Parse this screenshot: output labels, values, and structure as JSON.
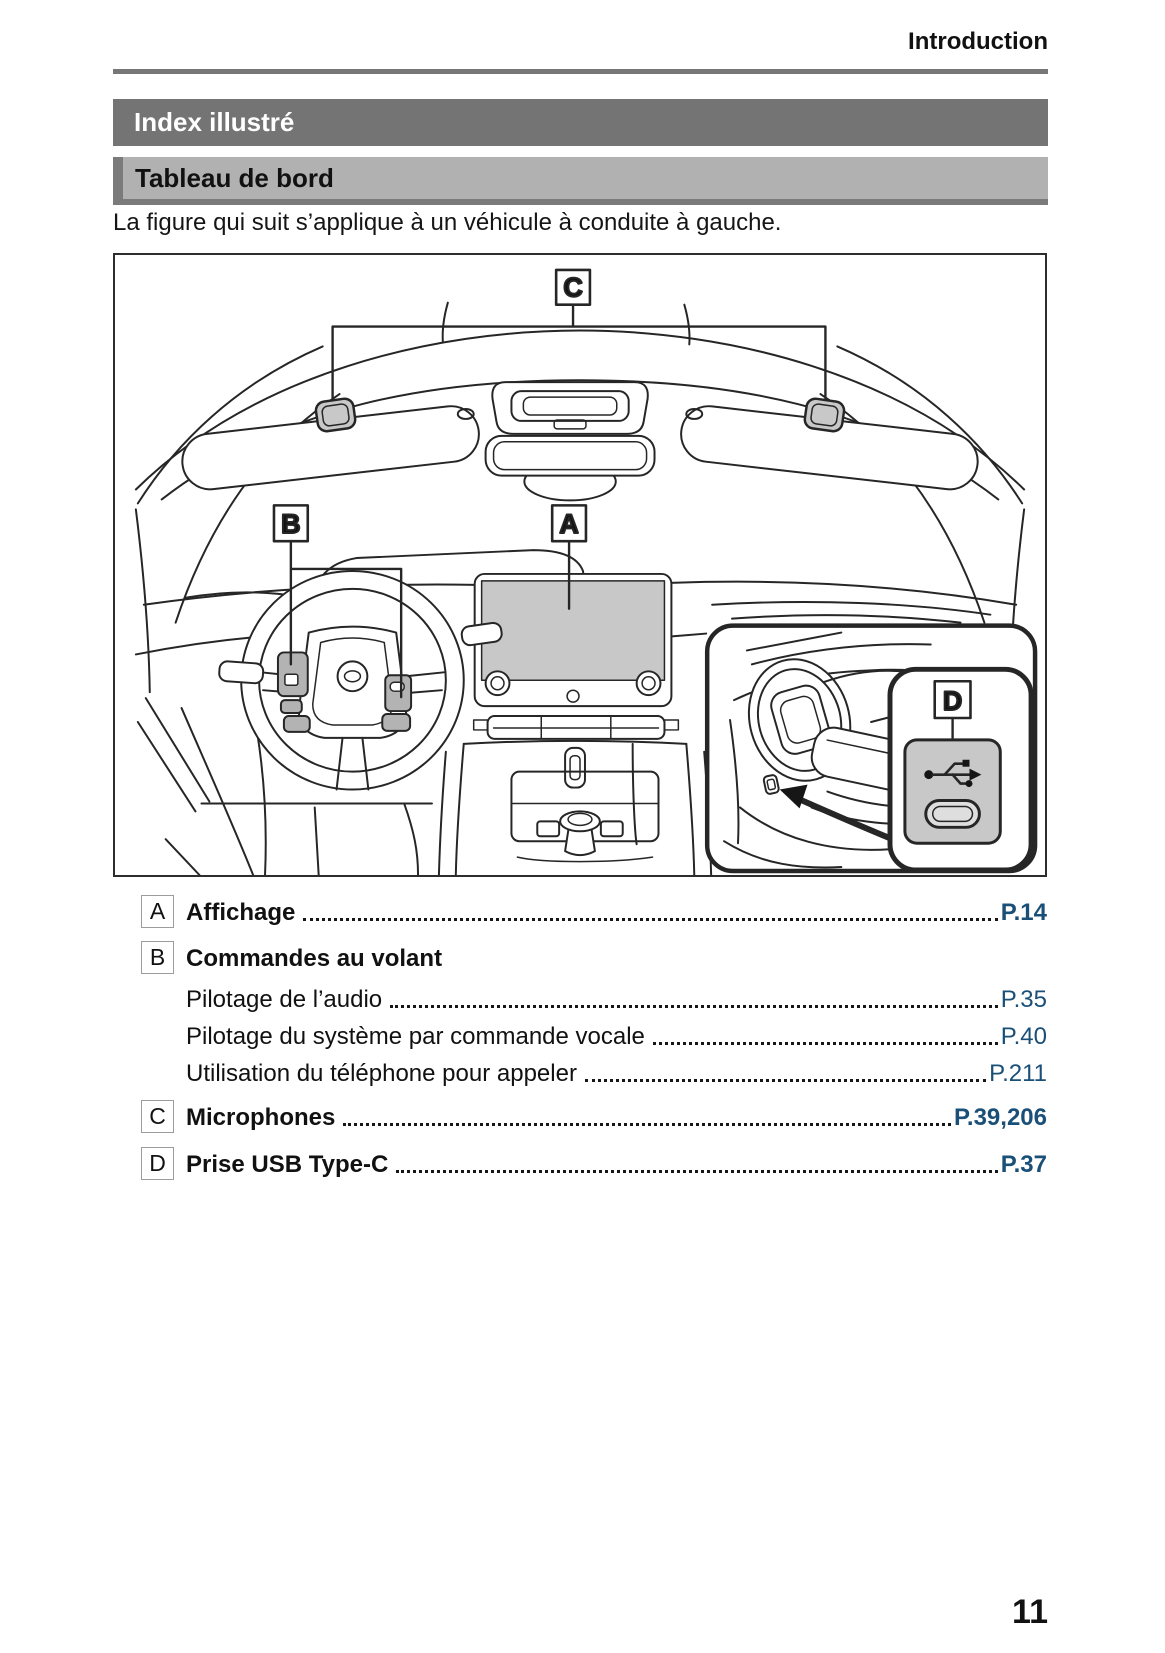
{
  "page": {
    "header": {
      "section": "Introduction"
    },
    "title_bar": "Index illustré",
    "subtitle_bar": "Tableau de bord",
    "intro": "La figure qui suit s’applique à un véhicule à conduite à gauche.",
    "page_number": "11"
  },
  "figure": {
    "description": "Vue du tableau de bord (conduite à gauche) avec repères",
    "callouts": {
      "a": "A",
      "b": "B",
      "c": "C",
      "d": "D"
    },
    "icons": {
      "usb": "usb-trident-icon",
      "usb_port": "usb-type-c-port"
    }
  },
  "index": {
    "items": [
      {
        "letter": "A",
        "label": "Affichage",
        "page": "P.14"
      },
      {
        "letter": "B",
        "label": "Commandes au volant",
        "page": "",
        "sub": [
          {
            "label": "Pilotage de l’audio",
            "page": "P.35"
          },
          {
            "label": "Pilotage du système par commande vocale",
            "page": "P.40"
          },
          {
            "label": "Utilisation du téléphone pour appeler",
            "page": "P.211"
          }
        ]
      },
      {
        "letter": "C",
        "label": "Microphones",
        "page": "P.39,206"
      },
      {
        "letter": "D",
        "label": "Prise USB Type-C",
        "page": "P.37"
      }
    ]
  },
  "colors": {
    "bar_dark": "#747474",
    "bar_light": "#b1b1b1",
    "bar_shadow": "#7b7b7b",
    "header_rule": "#777777",
    "page_ref_blue": "#1a5078",
    "figure_gray_fill": "#c8c8c8",
    "text": "#111111"
  }
}
